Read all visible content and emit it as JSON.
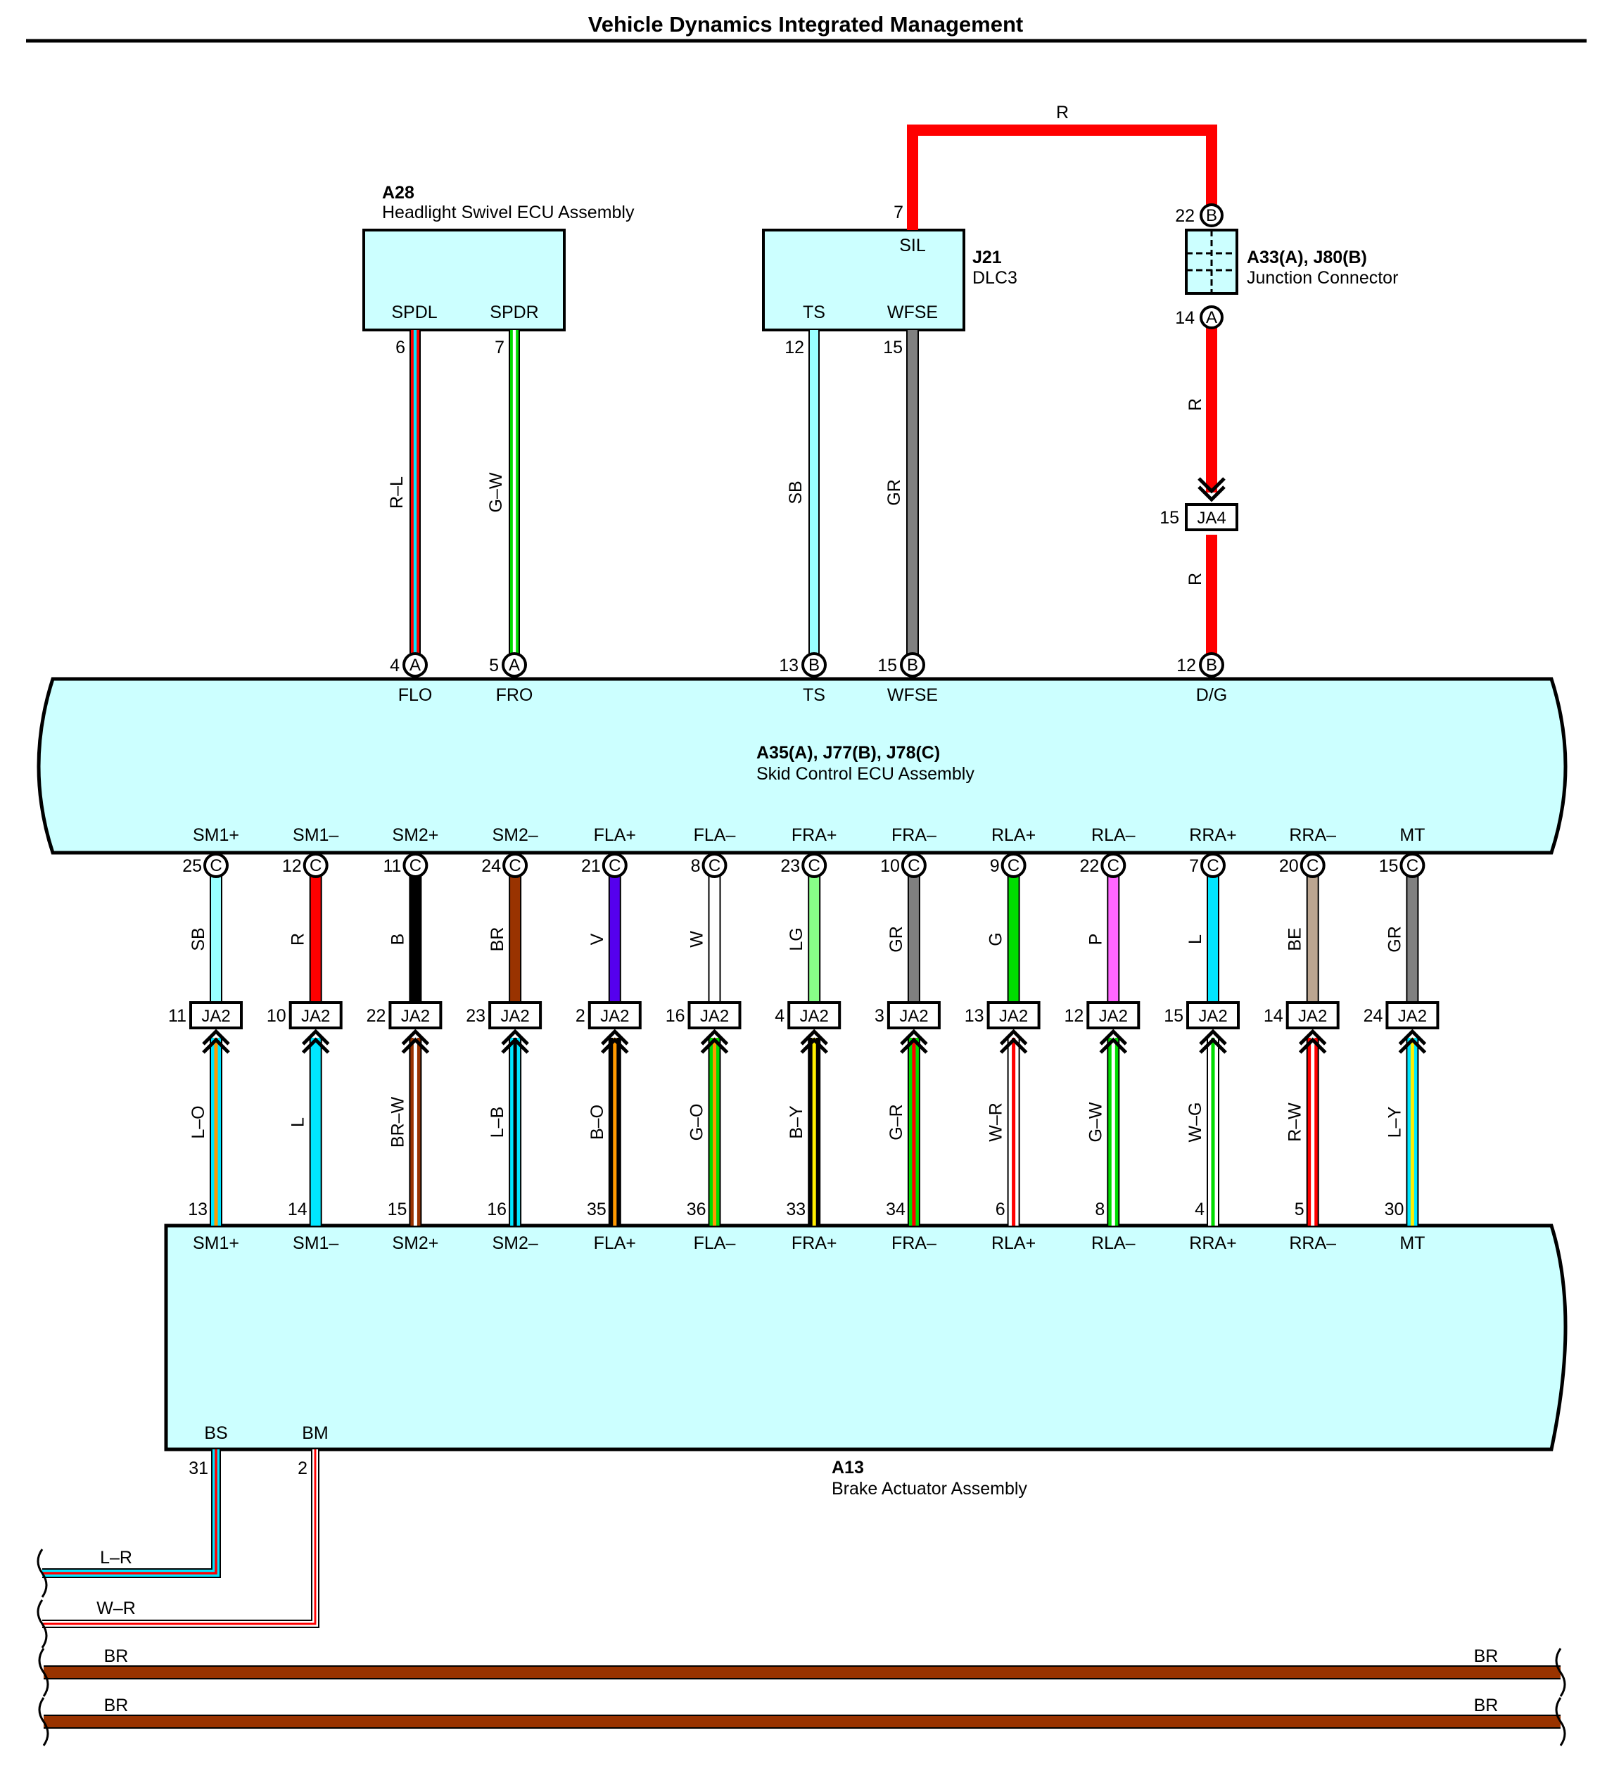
{
  "title": "Vehicle Dynamics Integrated Management",
  "colors": {
    "box_fill": "#ccffff",
    "R": "#ff0000",
    "L": "#00e6ff",
    "SB": "#99ffff",
    "B": "#000000",
    "BR": "#993300",
    "V": "#5500ee",
    "W": "#ffffff",
    "LG": "#88ff88",
    "GR": "#808080",
    "G": "#00dd00",
    "P": "#ff66ff",
    "BE": "#bba590",
    "O": "#ff9900",
    "Y": "#ffee00"
  },
  "components": {
    "a28": {
      "id": "A28",
      "name": "Headlight Swivel ECU Assembly",
      "pins": [
        "SPDL",
        "SPDR"
      ]
    },
    "j21": {
      "id": "J21",
      "name": "DLC3",
      "pins": [
        "SIL",
        "TS",
        "WFSE"
      ]
    },
    "junction": {
      "id": "A33(A), J80(B)",
      "name": "Junction Connector"
    },
    "skid": {
      "id": "A35(A), J77(B), J78(C)",
      "name": "Skid Control ECU Assembly",
      "top_pins": [
        "FLO",
        "FRO",
        "TS",
        "WFSE",
        "D/G"
      ]
    },
    "brake": {
      "id": "A13",
      "name": "Brake Actuator Assembly",
      "bottom_pins": [
        "BS",
        "BM"
      ]
    }
  },
  "top_wires": [
    {
      "color": "R–L",
      "from_pin": "6",
      "to_pin": "4",
      "connector": "A"
    },
    {
      "color": "G–W",
      "from_pin": "7",
      "to_pin": "5",
      "connector": "A"
    },
    {
      "color": "SB",
      "from_pin": "12",
      "to_pin": "13",
      "connector": "B"
    },
    {
      "color": "GR",
      "from_pin": "15",
      "to_pin": "15",
      "connector": "B"
    }
  ],
  "red_line": {
    "color": "R",
    "sil_pin": "7",
    "junction_top_pin": "22",
    "junction_top_conn": "B",
    "junction_bottom_pin": "14",
    "junction_bottom_conn": "A",
    "ja4_label": "JA4",
    "ja4_pin": "15",
    "ecu_pin": "12",
    "ecu_conn": "B",
    "wire_labels": [
      "R",
      "R"
    ]
  },
  "ja2_label": "JA2",
  "channels": [
    {
      "name": "SM1+",
      "c_pin": "25",
      "upper_color": "SB",
      "ja2_pin": "11",
      "lower_color": "L–O",
      "act_pin": "13"
    },
    {
      "name": "SM1–",
      "c_pin": "12",
      "upper_color": "R",
      "ja2_pin": "10",
      "lower_color": "L",
      "act_pin": "14"
    },
    {
      "name": "SM2+",
      "c_pin": "11",
      "upper_color": "B",
      "ja2_pin": "22",
      "lower_color": "BR–W",
      "act_pin": "15"
    },
    {
      "name": "SM2–",
      "c_pin": "24",
      "upper_color": "BR",
      "ja2_pin": "23",
      "lower_color": "L–B",
      "act_pin": "16"
    },
    {
      "name": "FLA+",
      "c_pin": "21",
      "upper_color": "V",
      "ja2_pin": "2",
      "lower_color": "B–O",
      "act_pin": "35"
    },
    {
      "name": "FLA–",
      "c_pin": "8",
      "upper_color": "W",
      "ja2_pin": "16",
      "lower_color": "G–O",
      "act_pin": "36"
    },
    {
      "name": "FRA+",
      "c_pin": "23",
      "upper_color": "LG",
      "ja2_pin": "4",
      "lower_color": "B–Y",
      "act_pin": "33"
    },
    {
      "name": "FRA–",
      "c_pin": "10",
      "upper_color": "GR",
      "ja2_pin": "3",
      "lower_color": "G–R",
      "act_pin": "34"
    },
    {
      "name": "RLA+",
      "c_pin": "9",
      "upper_color": "G",
      "ja2_pin": "13",
      "lower_color": "W–R",
      "act_pin": "6"
    },
    {
      "name": "RLA–",
      "c_pin": "22",
      "upper_color": "P",
      "ja2_pin": "12",
      "lower_color": "G–W",
      "act_pin": "8"
    },
    {
      "name": "RRA+",
      "c_pin": "7",
      "upper_color": "L",
      "ja2_pin": "15",
      "lower_color": "W–G",
      "act_pin": "4"
    },
    {
      "name": "RRA–",
      "c_pin": "20",
      "upper_color": "BE",
      "ja2_pin": "14",
      "lower_color": "R–W",
      "act_pin": "5"
    },
    {
      "name": "MT",
      "c_pin": "15",
      "upper_color": "GR",
      "ja2_pin": "24",
      "lower_color": "L–Y",
      "act_pin": "30"
    }
  ],
  "brake_wires": [
    {
      "pin": "31",
      "color": "L–R"
    },
    {
      "pin": "2",
      "color": "W–R"
    }
  ],
  "ground_wires": [
    {
      "color_left": "BR",
      "color_right": "BR"
    },
    {
      "color_left": "BR",
      "color_right": "BR"
    }
  ]
}
